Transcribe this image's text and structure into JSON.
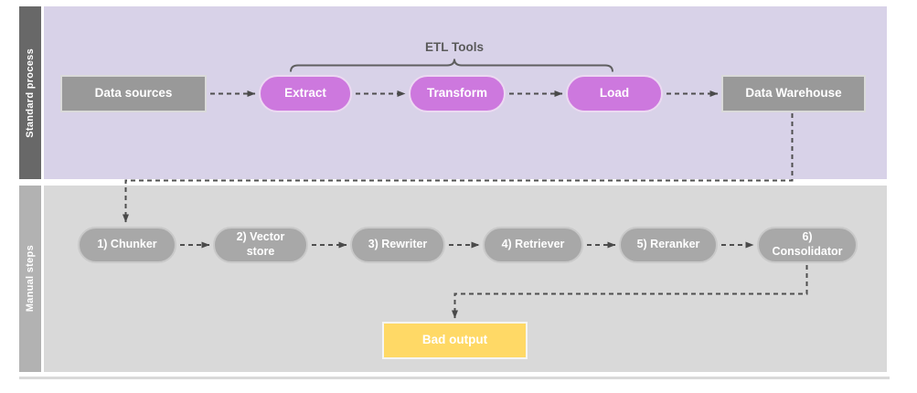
{
  "diagram": {
    "type": "flowchart",
    "brace_label": "ETL Tools",
    "lanes": [
      {
        "label": "Standard process",
        "nodes": [
          {
            "label": "Data sources",
            "shape": "rectangle",
            "color": "#999999"
          },
          {
            "label": "Extract",
            "shape": "pill",
            "color": "#cd78de"
          },
          {
            "label": "Transform",
            "shape": "pill",
            "color": "#cd78de"
          },
          {
            "label": "Load",
            "shape": "pill",
            "color": "#cd78de"
          },
          {
            "label": "Data Warehouse",
            "shape": "rectangle",
            "color": "#999999"
          }
        ]
      },
      {
        "label": "Manual steps",
        "nodes": [
          {
            "label": "1) Chunker",
            "shape": "pill",
            "color": "#a8a8a8"
          },
          {
            "label": "2) Vector store",
            "shape": "pill",
            "color": "#a8a8a8"
          },
          {
            "label": "3) Rewriter",
            "shape": "pill",
            "color": "#a8a8a8"
          },
          {
            "label": "4) Retriever",
            "shape": "pill",
            "color": "#a8a8a8"
          },
          {
            "label": "5) Reranker",
            "shape": "pill",
            "color": "#a8a8a8"
          },
          {
            "label": "6) Consolidator",
            "shape": "pill",
            "color": "#a8a8a8"
          },
          {
            "label": "Bad output",
            "shape": "rectangle",
            "color": "#ffd966"
          }
        ]
      }
    ],
    "edges": [
      {
        "from": "Data sources",
        "to": "Extract",
        "style": "dashed-arrow"
      },
      {
        "from": "Extract",
        "to": "Transform",
        "style": "dashed-arrow"
      },
      {
        "from": "Transform",
        "to": "Load",
        "style": "dashed-arrow"
      },
      {
        "from": "Load",
        "to": "Data Warehouse",
        "style": "dashed-arrow"
      },
      {
        "from": "Data Warehouse",
        "to": "1) Chunker",
        "style": "dashed-arrow-elbow"
      },
      {
        "from": "1) Chunker",
        "to": "2) Vector store",
        "style": "dashed-arrow"
      },
      {
        "from": "2) Vector store",
        "to": "3) Rewriter",
        "style": "dashed-arrow"
      },
      {
        "from": "3) Rewriter",
        "to": "4) Retriever",
        "style": "dashed-arrow"
      },
      {
        "from": "4) Retriever",
        "to": "5) Reranker",
        "style": "dashed-arrow"
      },
      {
        "from": "5) Reranker",
        "to": "6) Consolidator",
        "style": "dashed-arrow"
      },
      {
        "from": "6) Consolidator",
        "to": "Bad output",
        "style": "dashed-arrow-elbow"
      }
    ],
    "colors": {
      "lane1_bg": "#d8d2e8",
      "lane1_sidebar": "#686868",
      "lane2_bg": "#d9d9d9",
      "lane2_sidebar": "#b2b2b2",
      "etl_pill": "#cd78de",
      "gray_box": "#999999",
      "manual_pill": "#a8a8a8",
      "bad_output_box": "#ffd966",
      "connector": "#4f4f4f",
      "brace_label_text": "#5a5a5a"
    }
  }
}
